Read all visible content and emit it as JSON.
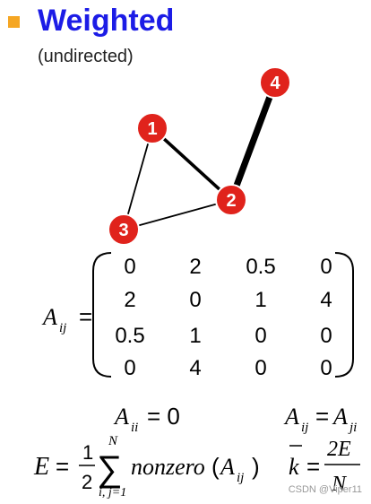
{
  "header": {
    "title": "Weighted",
    "subtitle": "(undirected)",
    "bullet_color": "#f5a623",
    "title_color": "#1c1ce6"
  },
  "graph": {
    "node_color": "#e0231c",
    "nodes": [
      {
        "id": "1",
        "label": "1"
      },
      {
        "id": "2",
        "label": "2"
      },
      {
        "id": "3",
        "label": "3"
      },
      {
        "id": "4",
        "label": "4"
      }
    ],
    "edges": [
      {
        "from": "1",
        "to": "3",
        "weight": 1
      },
      {
        "from": "1",
        "to": "2",
        "weight": 2
      },
      {
        "from": "2",
        "to": "3",
        "weight": 1
      },
      {
        "from": "2",
        "to": "4",
        "weight": 4
      }
    ]
  },
  "matrix": {
    "lhs": "A",
    "lhs_sub": "ij",
    "rows": [
      [
        "0",
        "2",
        "0.5",
        "0"
      ],
      [
        "2",
        "0",
        "1",
        "4"
      ],
      [
        "0.5",
        "1",
        "0",
        "0"
      ],
      [
        "0",
        "4",
        "0",
        "0"
      ]
    ]
  },
  "equations": {
    "diag_A": "A",
    "diag_sub": "ii",
    "diag_rhs": "= 0",
    "sym_A1": "A",
    "sym_sub1": "ij",
    "sym_eq": "=",
    "sym_A2": "A",
    "sym_sub2": "ji",
    "E": "E",
    "eq": "=",
    "frac_num": "1",
    "frac_den": "2",
    "sigma": "∑",
    "sum_upper": "N",
    "sum_lower": "i, j=1",
    "nonzero": "nonzero",
    "nz_paren_open": "(",
    "nz_A": "A",
    "nz_sub": "ij",
    "nz_paren_close": ")",
    "k": "k",
    "k_eq": "=",
    "k_num": "2E",
    "k_den": "N"
  },
  "watermark": "CSDN @Viper11"
}
